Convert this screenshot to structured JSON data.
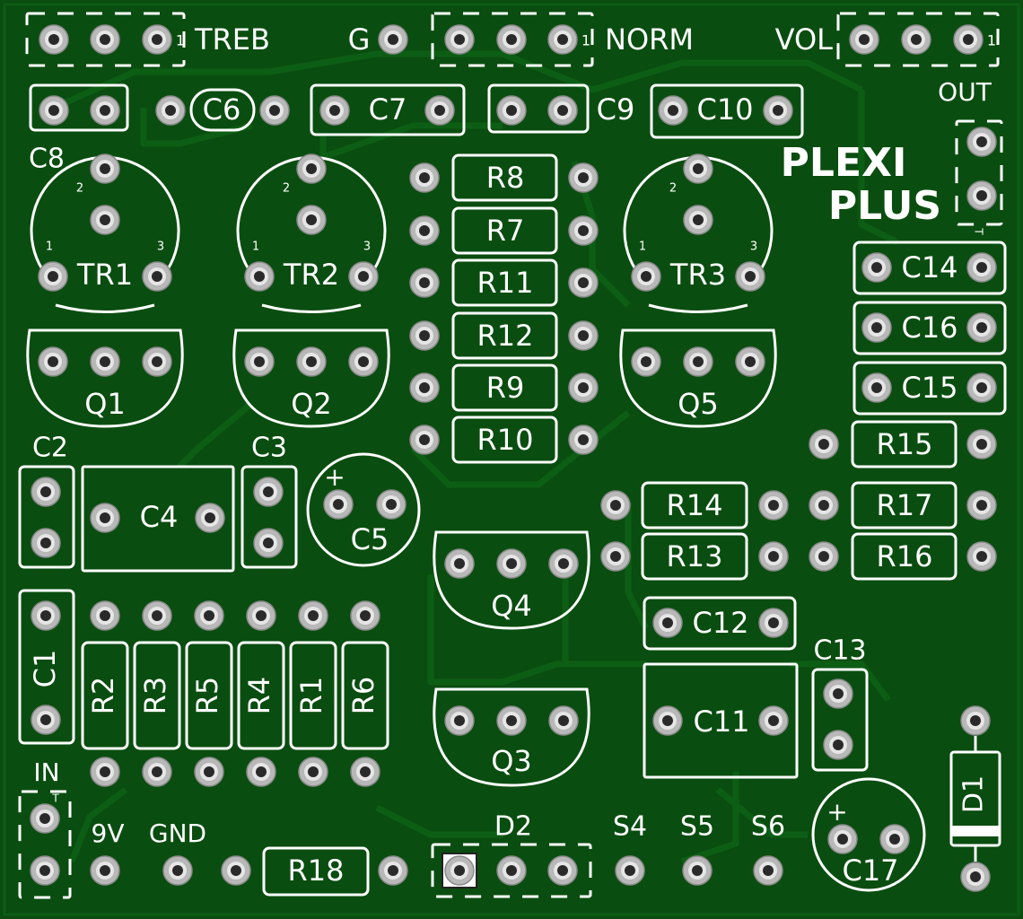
{
  "board": {
    "title_line1": "PLEXI",
    "title_line2": "PLUS",
    "colors": {
      "board": "#0a4d10",
      "trace": "#0c5a14",
      "silkscreen": "#ffffff",
      "pad_ring": "#b8b8b8",
      "pad_hole": "#2a2a2a"
    }
  },
  "pots": {
    "treb": "TREB",
    "norm": "NORM",
    "vol": "VOL",
    "pin1": "1"
  },
  "ground_pad": "G",
  "caps": {
    "c1": "C1",
    "c2": "C2",
    "c3": "C3",
    "c4": "C4",
    "c5": "C5",
    "c6": "C6",
    "c7": "C7",
    "c8": "C8",
    "c9": "C9",
    "c10": "C10",
    "c11": "C11",
    "c12": "C12",
    "c13": "C13",
    "c14": "C14",
    "c15": "C15",
    "c16": "C16",
    "c17": "C17"
  },
  "resistors": {
    "r1": "R1",
    "r2": "R2",
    "r3": "R3",
    "r4": "R4",
    "r5": "R5",
    "r6": "R6",
    "r7": "R7",
    "r8": "R8",
    "r9": "R9",
    "r10": "R10",
    "r11": "R11",
    "r12": "R12",
    "r13": "R13",
    "r14": "R14",
    "r15": "R15",
    "r16": "R16",
    "r17": "R17",
    "r18": "R18"
  },
  "trimmers": {
    "tr1": "TR1",
    "tr2": "TR2",
    "tr3": "TR3",
    "pin1": "1",
    "pin2": "2",
    "pin3": "3"
  },
  "transistors": {
    "q1": "Q1",
    "q2": "Q2",
    "q3": "Q3",
    "q4": "Q4",
    "q5": "Q5"
  },
  "diodes": {
    "d1": "D1",
    "d2": "D2"
  },
  "connectors": {
    "in": "IN",
    "out": "OUT",
    "v9": "9V",
    "gnd": "GND",
    "s4": "S4",
    "s5": "S5",
    "s6": "S6",
    "t_mark": "T"
  },
  "polarity": "+"
}
